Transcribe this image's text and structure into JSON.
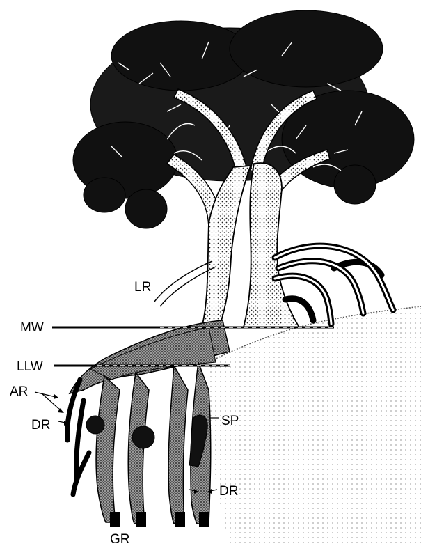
{
  "labels": {
    "lr": "LR",
    "mw": "MW",
    "llw": "LLW",
    "ar": "AR",
    "dr_left": "DR",
    "sp": "SP",
    "dr_right": "DR",
    "gr": "GR"
  },
  "colors": {
    "ink": "#000000",
    "paper": "#ffffff",
    "stipple": "#5a5a5a"
  }
}
